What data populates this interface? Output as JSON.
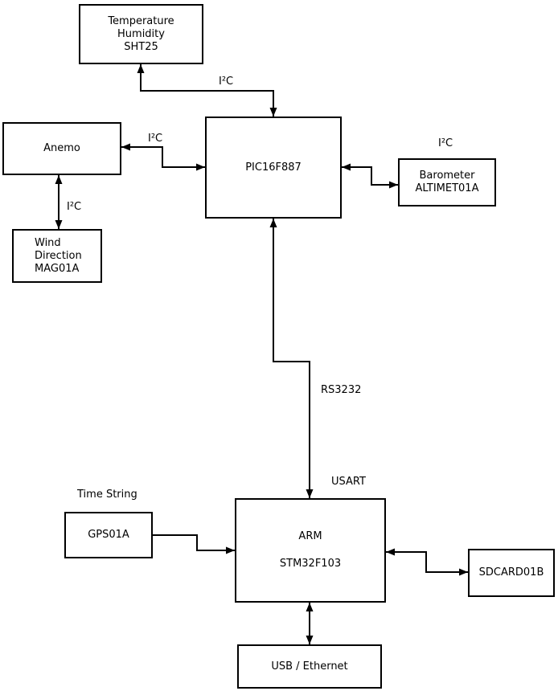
{
  "diagram": {
    "nodes": {
      "sht25": {
        "lines": [
          "Temperature",
          "Humidity",
          "SHT25"
        ]
      },
      "anemo": {
        "label": "Anemo"
      },
      "wind": {
        "lines": [
          "Wind",
          "Direction",
          "MAG01A"
        ]
      },
      "pic": {
        "label": "PIC16F887"
      },
      "barometer": {
        "lines": [
          "Barometer",
          "ALTIMET01A"
        ]
      },
      "gps": {
        "label": "GPS01A"
      },
      "arm": {
        "lines": [
          "ARM",
          "STM32F103"
        ]
      },
      "sdcard": {
        "label": "SDCARD01B"
      },
      "usb": {
        "label": "USB / Ethernet"
      }
    },
    "edge_labels": {
      "i2c_sht25": "I²C",
      "i2c_anemo": "I²C",
      "i2c_wind": "I²C",
      "i2c_barometer": "I²C",
      "rs3232": "RS3232",
      "usart": "USART",
      "time_string": "Time String"
    },
    "edges": [
      {
        "from": "pic",
        "to": "sht25",
        "label": "I²C",
        "bidirectional": true
      },
      {
        "from": "pic",
        "to": "anemo",
        "label": "I²C",
        "bidirectional": true
      },
      {
        "from": "anemo",
        "to": "wind",
        "label": "I²C",
        "bidirectional": true
      },
      {
        "from": "pic",
        "to": "barometer",
        "label": "I²C",
        "bidirectional": true
      },
      {
        "from": "pic",
        "to": "arm",
        "label": "RS3232",
        "bidirectional": true
      },
      {
        "from": "arm",
        "to": "arm",
        "label": "USART",
        "bidirectional": true
      },
      {
        "from": "gps",
        "to": "arm",
        "label": "Time String",
        "bidirectional": false
      },
      {
        "from": "arm",
        "to": "sdcard",
        "label": "",
        "bidirectional": true
      },
      {
        "from": "arm",
        "to": "usb",
        "label": "",
        "bidirectional": true
      }
    ],
    "colors": {
      "line": "#000000",
      "box_border": "#000000",
      "background": "#ffffff",
      "text": "#000000"
    }
  }
}
